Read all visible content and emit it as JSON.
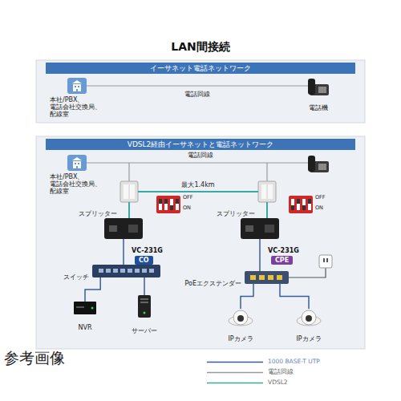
{
  "diagram": {
    "title": "LAN間接続",
    "nodes": [
      {
        "text": [
          "イーサネット電話ネットワーク"
        ]
      },
      {
        "text": [
          "本社/PBX、 電話会社交換局、 配線室"
        ],
        "in": 0
      },
      {
        "text": [
          "電話機"
        ],
        "in": 0
      },
      {
        "text": [
          "VDSL2経由イーサネットと電話ネットワーク"
        ]
      },
      {
        "text": [
          "本社/PBX、 電話会社交換局、 配線室"
        ],
        "in": 3
      },
      {
        "text": [
          "スプリッター"
        ],
        "in": 3
      },
      {
        "text": [
          "スプリッター"
        ],
        "in": 3
      },
      {
        "text": [
          "VC-231G",
          "CO"
        ],
        "in": 3
      },
      {
        "text": [
          "VC-231G",
          "CPE"
        ],
        "in": 3
      },
      {
        "text": [
          "スイッチ"
        ],
        "in": 3
      },
      {
        "text": [
          "PoEエクステンダー"
        ],
        "in": 3
      },
      {
        "text": [
          "NVR"
        ],
        "in": 3
      },
      {
        "text": [
          "サーバー"
        ],
        "in": 3
      },
      {
        "text": [
          "IPカメラ"
        ],
        "in": 3
      },
      {
        "text": [
          "IPカメラ"
        ],
        "in": 3
      }
    ],
    "edges": [
      {
        "from": 1,
        "to": 2,
        "label": "電話回線",
        "arrow": "none"
      },
      {
        "from": 5,
        "to": 6,
        "label": "最大1.4km",
        "arrow": "none"
      },
      {
        "from": 5,
        "to": 7,
        "arrow": "none"
      },
      {
        "from": 6,
        "to": 8,
        "arrow": "none"
      },
      {
        "from": 7,
        "to": 9,
        "arrow": "none"
      },
      {
        "from": 9,
        "to": 11,
        "arrow": "none"
      },
      {
        "from": 9,
        "to": 12,
        "arrow": "none"
      },
      {
        "from": 8,
        "to": 10,
        "arrow": "none"
      },
      {
        "from": 10,
        "to": 13,
        "arrow": "none"
      },
      {
        "from": 10,
        "to": 14,
        "arrow": "none"
      }
    ],
    "labels": [
      "参考画像",
      "電話回線",
      "OFF",
      "ON",
      "OFF",
      "ON"
    ],
    "legend": [
      {
        "text": "1000 BASE-T UTP"
      },
      {
        "text": "電話回線"
      },
      {
        "text": "VDSL2"
      }
    ]
  }
}
